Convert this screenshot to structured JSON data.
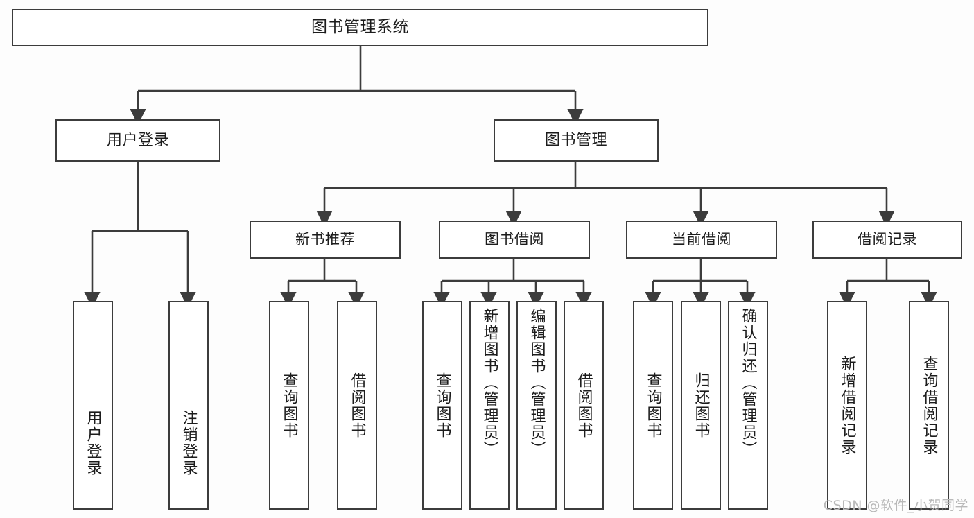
{
  "diagram": {
    "title": "图书管理系统",
    "type": "tree-hierarchy",
    "root": {
      "label": "图书管理系统"
    },
    "level1": [
      {
        "label": "用户登录"
      },
      {
        "label": "图书管理"
      }
    ],
    "level2": [
      {
        "label": "新书推荐"
      },
      {
        "label": "图书借阅"
      },
      {
        "label": "当前借阅"
      },
      {
        "label": "借阅记录"
      }
    ],
    "leaves": {
      "user_login": [
        {
          "label": "用户登录"
        },
        {
          "label": "注销登录"
        }
      ],
      "new_book_recommend": [
        {
          "label": "查询图书"
        },
        {
          "label": "借阅图书"
        }
      ],
      "book_borrow": [
        {
          "label": "查询图书"
        },
        {
          "label": "新增图书（管理员）"
        },
        {
          "label": "编辑图书（管理员）"
        },
        {
          "label": "借阅图书"
        }
      ],
      "current_borrow": [
        {
          "label": "查询图书"
        },
        {
          "label": "归还图书"
        },
        {
          "label": "确认归还（管理员）"
        }
      ],
      "borrow_record": [
        {
          "label": "新增借阅记录"
        },
        {
          "label": "查询借阅记录"
        }
      ]
    }
  },
  "watermark": {
    "text": "CSDN @软件_小贺同学"
  },
  "colors": {
    "border": "#3c3c3c",
    "text": "#1c1c1c",
    "background": "#fdfdfd",
    "node_fill": "#ffffff",
    "watermark": "#b9b9b9"
  }
}
